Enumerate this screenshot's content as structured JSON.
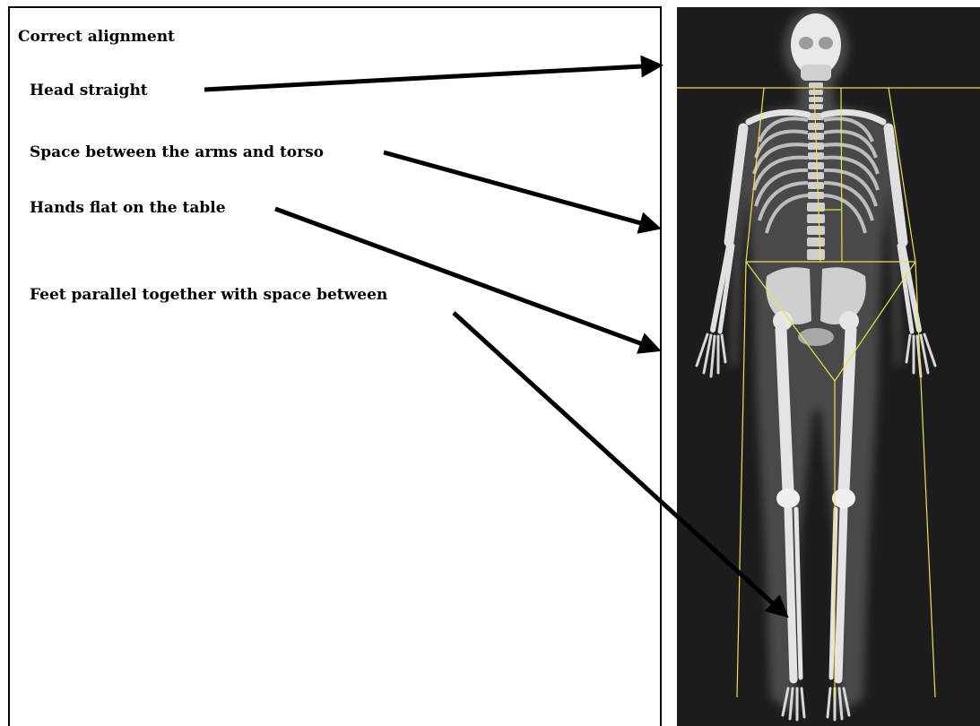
{
  "title": "Correct alignment",
  "labels": {
    "head": "Head straight",
    "space": "Space between the arms and torso",
    "hands": "Hands flat on the table",
    "feet": "Feet parallel together with space between"
  },
  "colors": {
    "border": "#000000",
    "text": "#000000",
    "arrow": "#000000",
    "xray_background": "#1c1c1c",
    "bone": "#dcdcdc",
    "soft_tissue": "#4a4a4a",
    "region_lines": "#e6e64a"
  }
}
